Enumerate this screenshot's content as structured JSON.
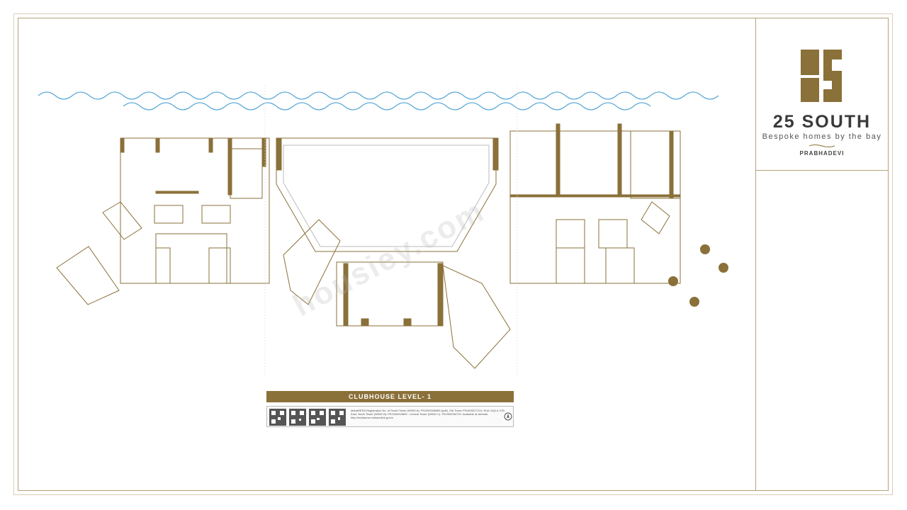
{
  "brand": {
    "name": "25 SOUTH",
    "tagline": "Bespoke homes by the bay",
    "location": "PRABHADEVI"
  },
  "plan": {
    "level_title": "CLUBHOUSE LEVEL- 1",
    "watermark": "housiey.com",
    "rera_text": "MahaRERA Registration No. of South Tower (WING A): P51900048889 (split), Old Tower P51900017214, Rule 11(f) & 27B East, North Tower (WING B): P51900049809 - Central Tower (WING C): P51900050729. Available at website: http://maharera.mahaonline.gov.in"
  },
  "colors": {
    "frame": "#b6a27a",
    "wall": "#8a7039",
    "water": "#5aa9d6"
  }
}
